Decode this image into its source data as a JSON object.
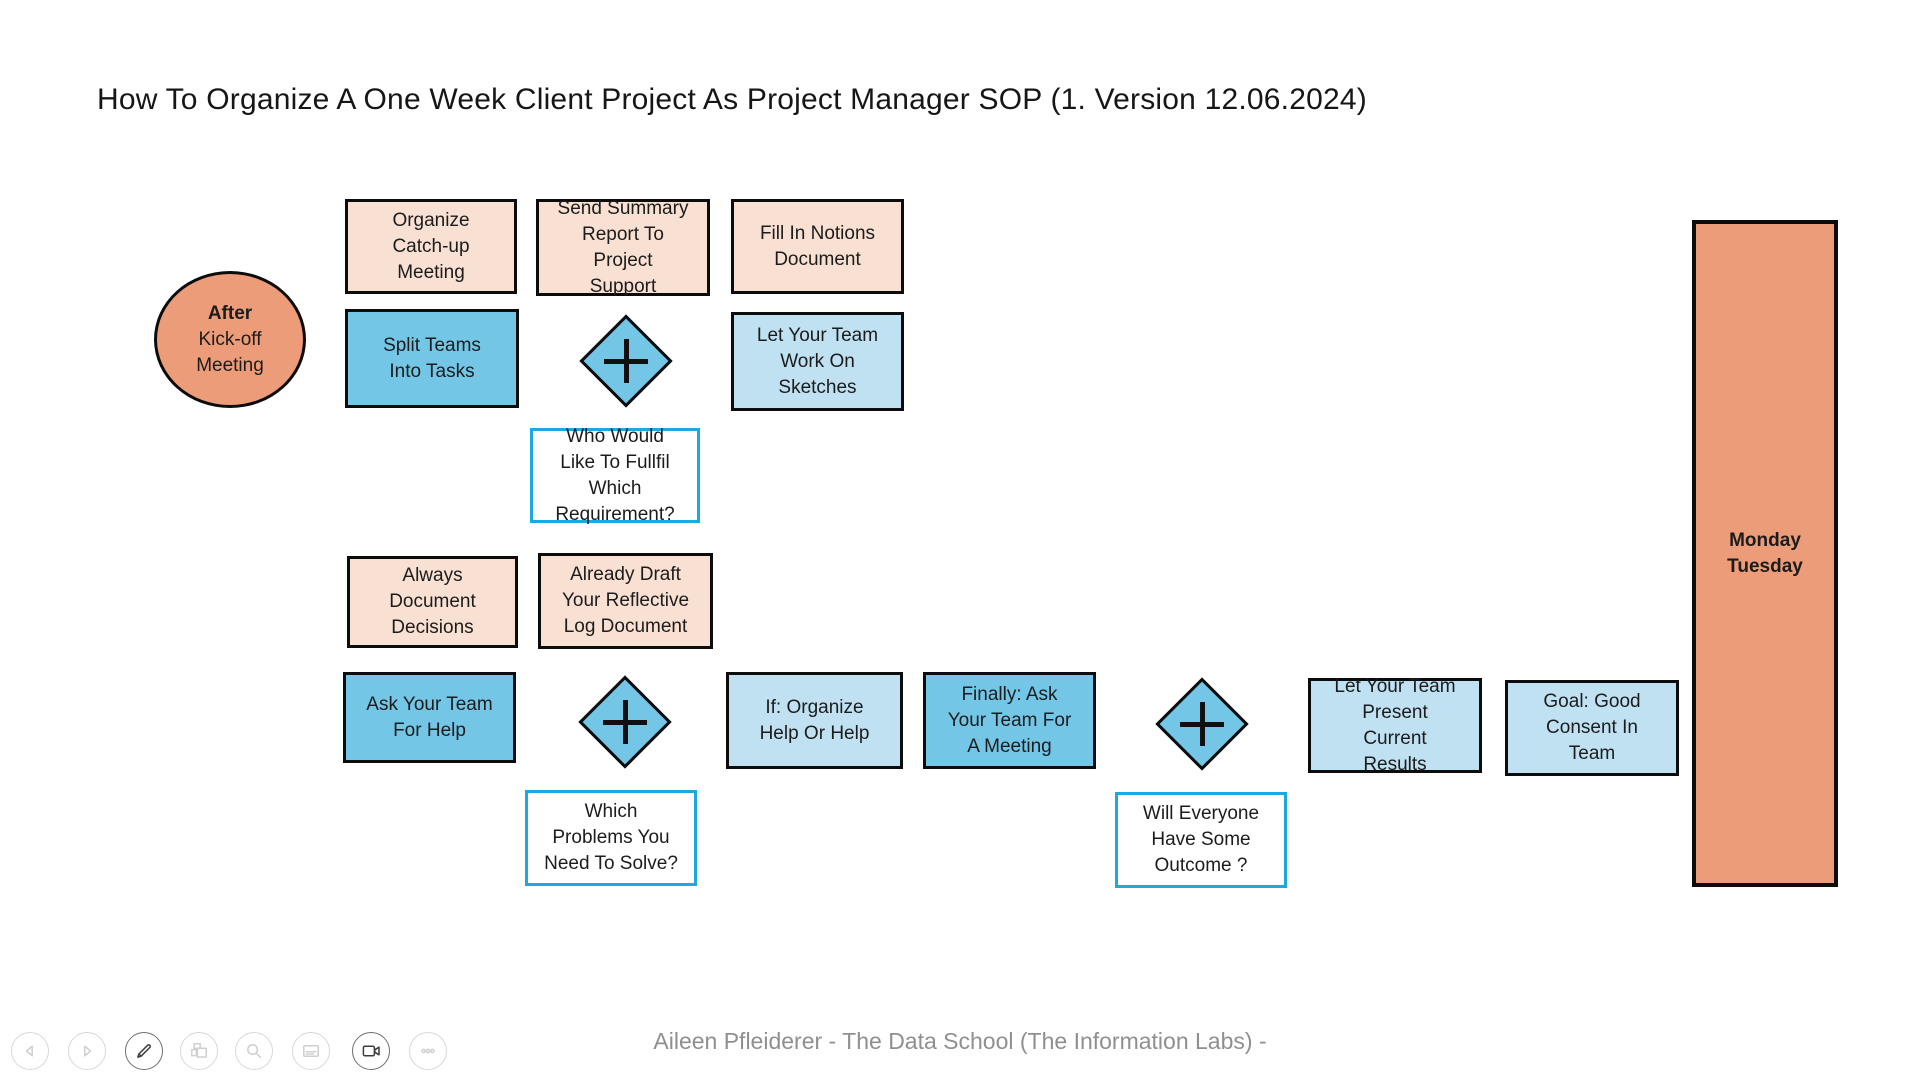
{
  "title": "How To Organize A One Week Client Project As Project Manager SOP (1. Version 12.06.2024)",
  "footer": "Aileen Pfleiderer - The Data School (The Information Labs) -",
  "colors": {
    "peach_fill": "#F8E0D3",
    "orange_fill": "#EC9C78",
    "blue_fill": "#74C6E7",
    "light_blue_fill": "#BFE1F2",
    "cyan_border": "#1BA9E0",
    "shape_border": "#0c0c0c",
    "footer_text": "#8f8f8f"
  },
  "diagram": {
    "start_circle": {
      "emphasis": "After",
      "label": "Kick-off\nMeeting"
    },
    "boxes": {
      "organize_catchup": {
        "label": "Organize\nCatch-up\nMeeting"
      },
      "send_summary": {
        "label": "Send Summary\nReport To\nProject\nSupport"
      },
      "fill_notions": {
        "label": "Fill In Notions\nDocument"
      },
      "split_teams": {
        "label": "Split Teams\nInto Tasks"
      },
      "let_work": {
        "label": "Let Your Team\nWork On\nSketches"
      },
      "who_would": {
        "label": "Who Would\nLike To Fullfil\nWhich\nRequirement?"
      },
      "always_document": {
        "label": "Always\nDocument\nDecisions"
      },
      "already_draft": {
        "label": "Already Draft\nYour Reflective\nLog Document"
      },
      "ask_help": {
        "label": "Ask Your Team\nFor Help"
      },
      "if_organize": {
        "label": "If: Organize\nHelp Or Help"
      },
      "finally_ask": {
        "label": "Finally: Ask\nYour Team For\nA Meeting"
      },
      "will_everyone": {
        "label": "Will Everyone\nHave Some\nOutcome ?"
      },
      "let_present": {
        "label": "Let Your Team\nPresent\nCurrent\nResults"
      },
      "goal": {
        "label": "Goal: Good\nConsent In\nTeam"
      },
      "which_problems": {
        "label": "Which\nProblems You\nNeed To Solve?"
      }
    },
    "timeline_bar": {
      "label": "Monday\nTuesday"
    },
    "icons": {
      "decision_plus": "+"
    }
  },
  "toolbar": {
    "buttons": [
      "previous-slide",
      "next-slide",
      "pen-tools",
      "see-all-slides",
      "zoom",
      "captions",
      "camera",
      "more-options"
    ]
  }
}
